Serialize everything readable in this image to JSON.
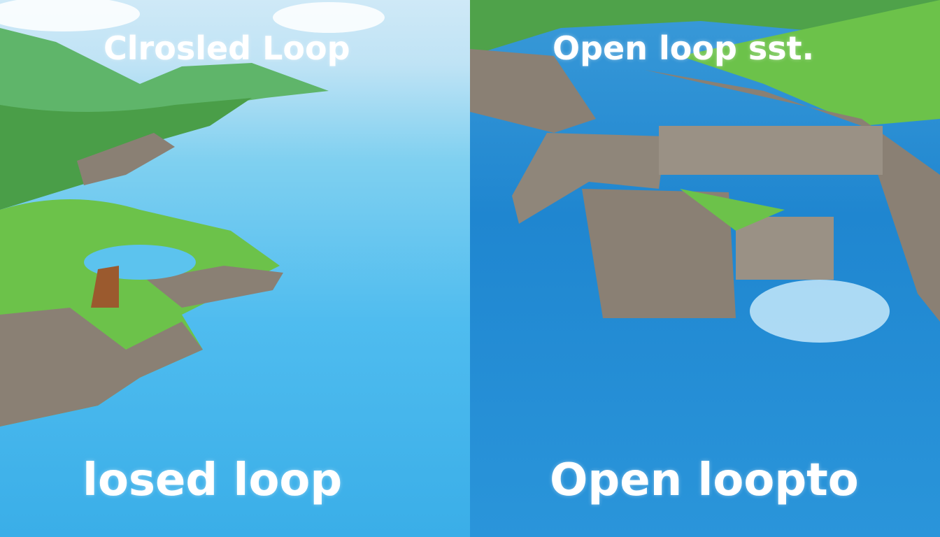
{
  "labels": {
    "top_left": "Clrosled Loop",
    "top_right": "Open loop  sst.",
    "bottom_left": "losed loop",
    "bottom_right": "Open loopto"
  },
  "colors": {
    "water_left": "#4fbcef",
    "water_right": "#1f86d0",
    "grass": "#6cc24a",
    "rock": "#8a8074"
  }
}
